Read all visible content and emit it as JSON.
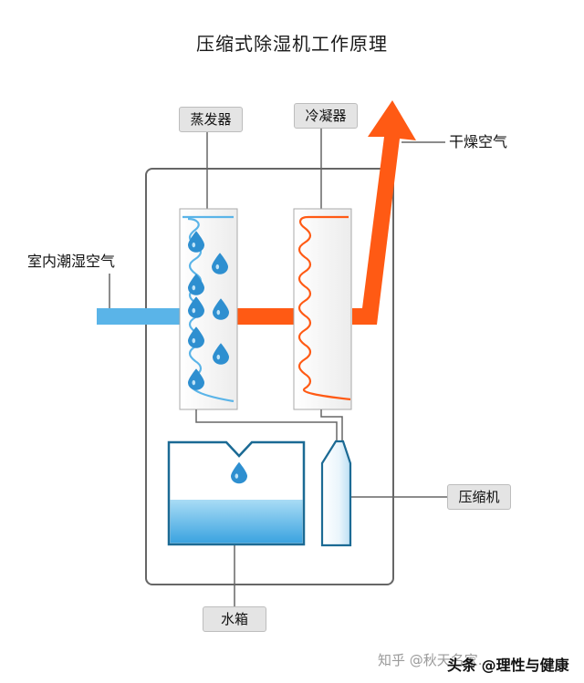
{
  "title": "压缩式除湿机工作原理",
  "labels": {
    "evaporator": "蒸发器",
    "condenser": "冷凝器",
    "dry_air": "干燥空气",
    "humid_air": "室内潮湿空气",
    "compressor": "压缩机",
    "water_tank": "水箱"
  },
  "watermark": {
    "zhihu": "知乎 @秋天名家...",
    "toutiao": "头条 @理性与健康"
  },
  "colors": {
    "cold": "#5ab4e8",
    "hot": "#ff5a14",
    "frame": "#666666",
    "water": "#5ab4e8"
  }
}
